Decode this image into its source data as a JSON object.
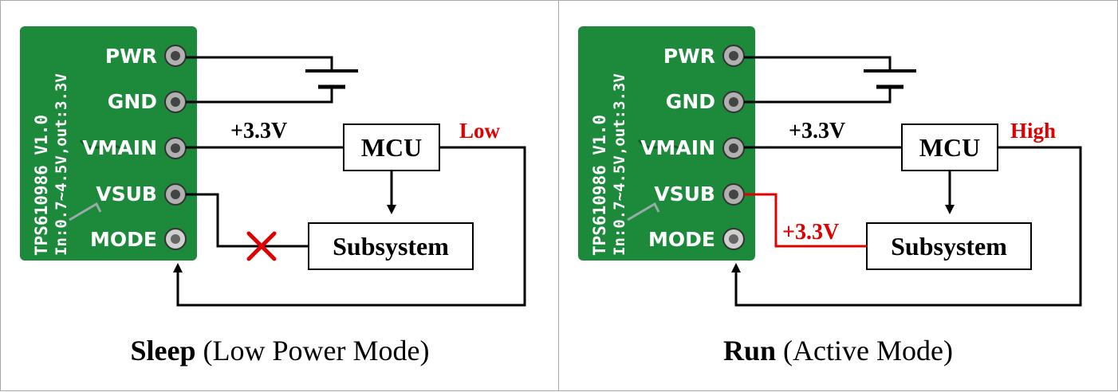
{
  "panels": [
    {
      "board": {
        "pins": [
          "PWR",
          "GND",
          "VMAIN",
          "VSUB",
          "MODE"
        ],
        "side_text_1": "TPS610986 V1.0",
        "side_text_2": "In:0.7~4.5V,out:3.3V"
      },
      "mcu_label": "MCU",
      "subsystem_label": "Subsystem",
      "vmain_voltage": "+3.3V",
      "mode_signal": "Low",
      "vsub_voltage": "",
      "vsub_connected": false,
      "caption_bold": "Sleep",
      "caption_rest": " (Low Power Mode)"
    },
    {
      "board": {
        "pins": [
          "PWR",
          "GND",
          "VMAIN",
          "VSUB",
          "MODE"
        ],
        "side_text_1": "TPS610986 V1.0",
        "side_text_2": "In:0.7~4.5V,out:3.3V"
      },
      "mcu_label": "MCU",
      "subsystem_label": "Subsystem",
      "vmain_voltage": "+3.3V",
      "mode_signal": "High",
      "vsub_voltage": "+3.3V",
      "vsub_connected": true,
      "caption_bold": "Run",
      "caption_rest": " (Active Mode)"
    }
  ],
  "colors": {
    "board_green": "#1c8a3a",
    "signal_red": "#e00000",
    "wire": "#000000"
  }
}
